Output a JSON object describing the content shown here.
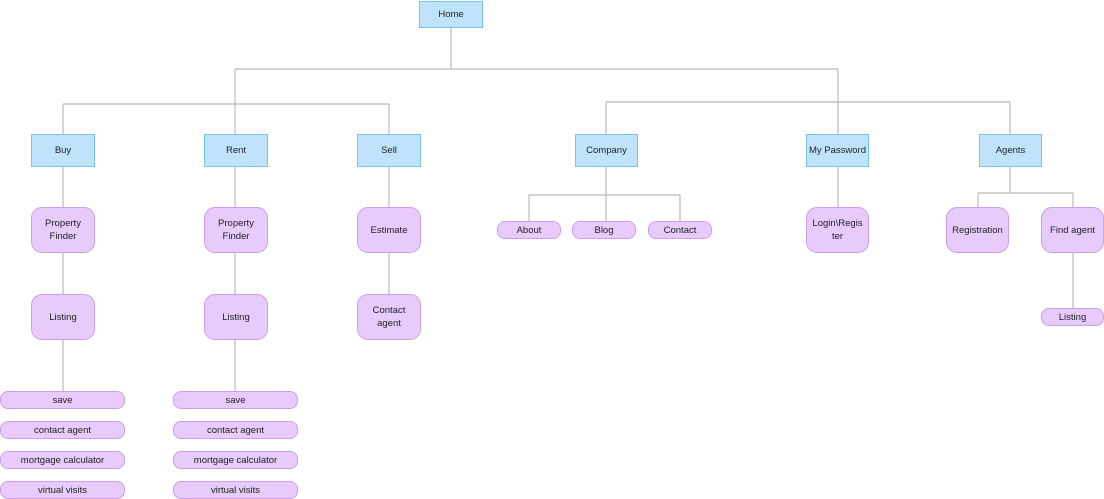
{
  "home": {
    "label": "Home"
  },
  "sections": [
    {
      "label": "Buy"
    },
    {
      "label": "Rent"
    },
    {
      "label": "Sell"
    },
    {
      "label": "Company"
    },
    {
      "label": "My Password"
    },
    {
      "label": "Agents"
    }
  ],
  "buy": {
    "finder": {
      "line1": "Property",
      "line2": "Finder"
    },
    "listing": "Listing",
    "actions": [
      "save",
      "contact agent",
      "mortgage calculator",
      "virtual visits"
    ]
  },
  "rent": {
    "finder": {
      "line1": "Property",
      "line2": "Finder"
    },
    "listing": "Listing",
    "actions": [
      "save",
      "contact agent",
      "mortgage calculator",
      "virtual visits"
    ]
  },
  "sell": {
    "estimate": "Estimate",
    "contact": {
      "line1": "Contact",
      "line2": "agent"
    }
  },
  "company": {
    "children": [
      "About",
      "Blog",
      "Contact"
    ]
  },
  "my_password": {
    "login": {
      "line1": "Login\\Regis",
      "line2": "ter"
    }
  },
  "agents": {
    "registration": "Registration",
    "find_agent": "Find agent",
    "listing": "Listing"
  },
  "colors": {
    "section_fill": "#bfe3fb",
    "section_border": "#75c3ee",
    "node_fill": "#e6cbfb",
    "node_border": "#cd9df2",
    "connector": "#b9b9b9"
  }
}
